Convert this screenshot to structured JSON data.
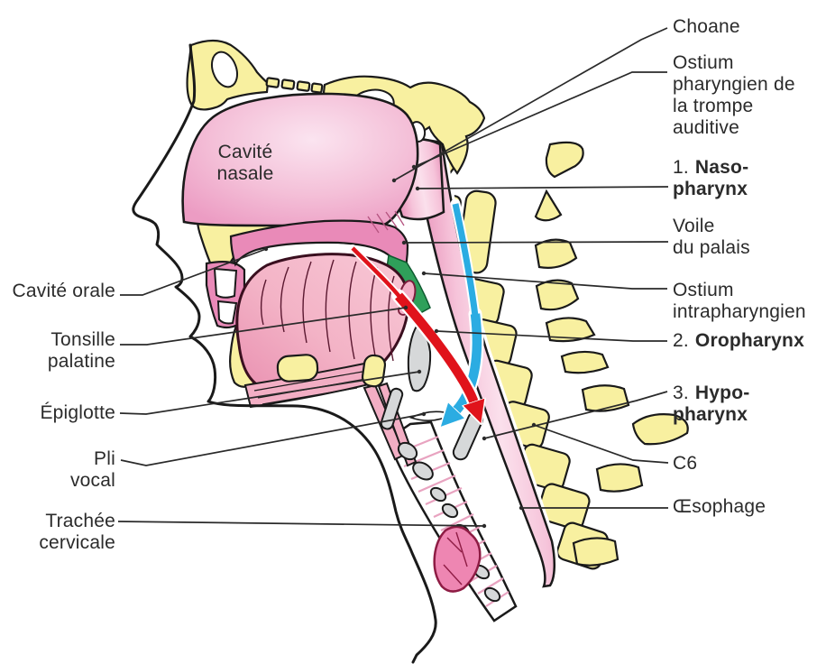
{
  "colors": {
    "bone": "#f8f0a0",
    "outline": "#1a1a1a",
    "cartilage": "#d6d8d9",
    "tissue-light": "#f8d2e2",
    "tissue-mid": "#f2aec4",
    "tissue-dark": "#e98ab8",
    "thyroid": "#ee86b2",
    "green": "#2fa05a",
    "arrow-blue": "#2bace2",
    "arrow-red": "#e0131b",
    "text": "#2b2b2b"
  },
  "labels": {
    "left": [
      {
        "id": "cavite-nasale",
        "lines": [
          "Cavité",
          "nasale"
        ]
      },
      {
        "id": "cavite-orale",
        "lines": [
          "Cavité orale"
        ]
      },
      {
        "id": "tonsille-palatine",
        "lines": [
          "Tonsille",
          "palatine"
        ]
      },
      {
        "id": "epiglotte",
        "lines": [
          "Épiglotte"
        ]
      },
      {
        "id": "pli-vocal",
        "lines": [
          "Pli",
          "vocal"
        ]
      },
      {
        "id": "trachee-cervicale",
        "lines": [
          "Trachée",
          "cervicale"
        ]
      }
    ],
    "right": [
      {
        "id": "choane",
        "lines": [
          "Choane"
        ]
      },
      {
        "id": "ostium-pharyngien",
        "lines": [
          "Ostium",
          "pharyngien de",
          "la trompe",
          "auditive"
        ]
      },
      {
        "id": "nasopharynx",
        "num": "1.",
        "bold_lines": [
          "Naso-",
          "pharynx"
        ]
      },
      {
        "id": "voile-du-palais",
        "lines": [
          "Voile",
          "du palais"
        ]
      },
      {
        "id": "ostium-intrapharyngien",
        "lines": [
          "Ostium",
          "intrapharyngien"
        ]
      },
      {
        "id": "oropharynx",
        "num": "2.",
        "bold_lines": [
          "Oropharynx"
        ]
      },
      {
        "id": "hypopharynx",
        "num": "3.",
        "bold_lines": [
          "Hypo-",
          "pharynx"
        ]
      },
      {
        "id": "c6",
        "lines": [
          "C6"
        ]
      },
      {
        "id": "oesophage",
        "lines": [
          "Œsophage"
        ]
      }
    ]
  }
}
